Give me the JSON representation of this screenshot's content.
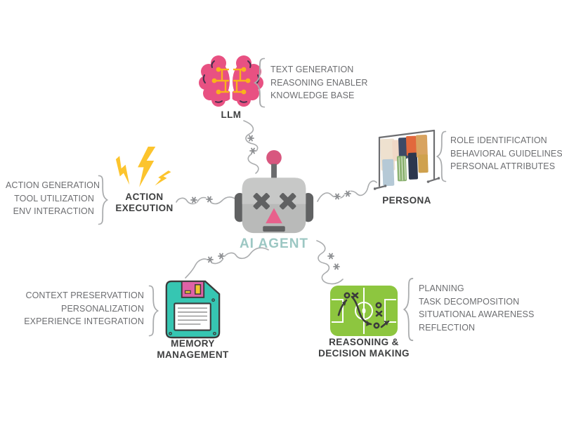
{
  "title": "AI Agent components diagram",
  "center": {
    "label": "AI AGENT",
    "icon": "robot-icon"
  },
  "nodes": {
    "llm": {
      "label": "LLM",
      "icon": "brain-circuit-icon",
      "features": [
        "TEXT GENERATION",
        "REASONING ENABLER",
        "KNOWLEDGE BASE"
      ]
    },
    "persona": {
      "label": "PERSONA",
      "icon": "clothes-rack-icon",
      "features": [
        "ROLE IDENTIFICATION",
        "BEHAVIORAL GUIDELINES",
        "PERSONAL ATTRIBUTES"
      ]
    },
    "action_execution": {
      "label": "ACTION EXECUTION",
      "icon": "lightning-bolts-icon",
      "features": [
        "ACTION GENERATION",
        "TOOL UTILIZATION",
        "ENV INTERACTION"
      ]
    },
    "memory_management": {
      "label": "MEMORY MANAGEMENT",
      "icon": "floppy-disk-icon",
      "features": [
        "CONTEXT PRESERVATTION",
        "PERSONALIZATION",
        "EXPERIENCE INTEGRATION"
      ]
    },
    "reasoning": {
      "label": "REASONING & DECISION MAKING",
      "icon": "tactics-board-icon",
      "features": [
        "PLANNING",
        "TASK DECOMPOSITION",
        "SITUATIONAL AWARENESS",
        "REFLECTION"
      ]
    }
  },
  "colors": {
    "accent_teal": "#9cc7c3",
    "brain_pink": "#e85182",
    "circuit_yellow": "#f9b31b",
    "bolt_yellow": "#fcc42d",
    "floppy_teal": "#36c6b2",
    "shutter_pink": "#de62a7",
    "field_green": "#8dc63f",
    "robot_gray": "#b9bab9",
    "dark_gray": "#606162",
    "text_gray": "#6d6e71",
    "label_dark": "#3f4041",
    "connector_gray": "#aaacae"
  }
}
